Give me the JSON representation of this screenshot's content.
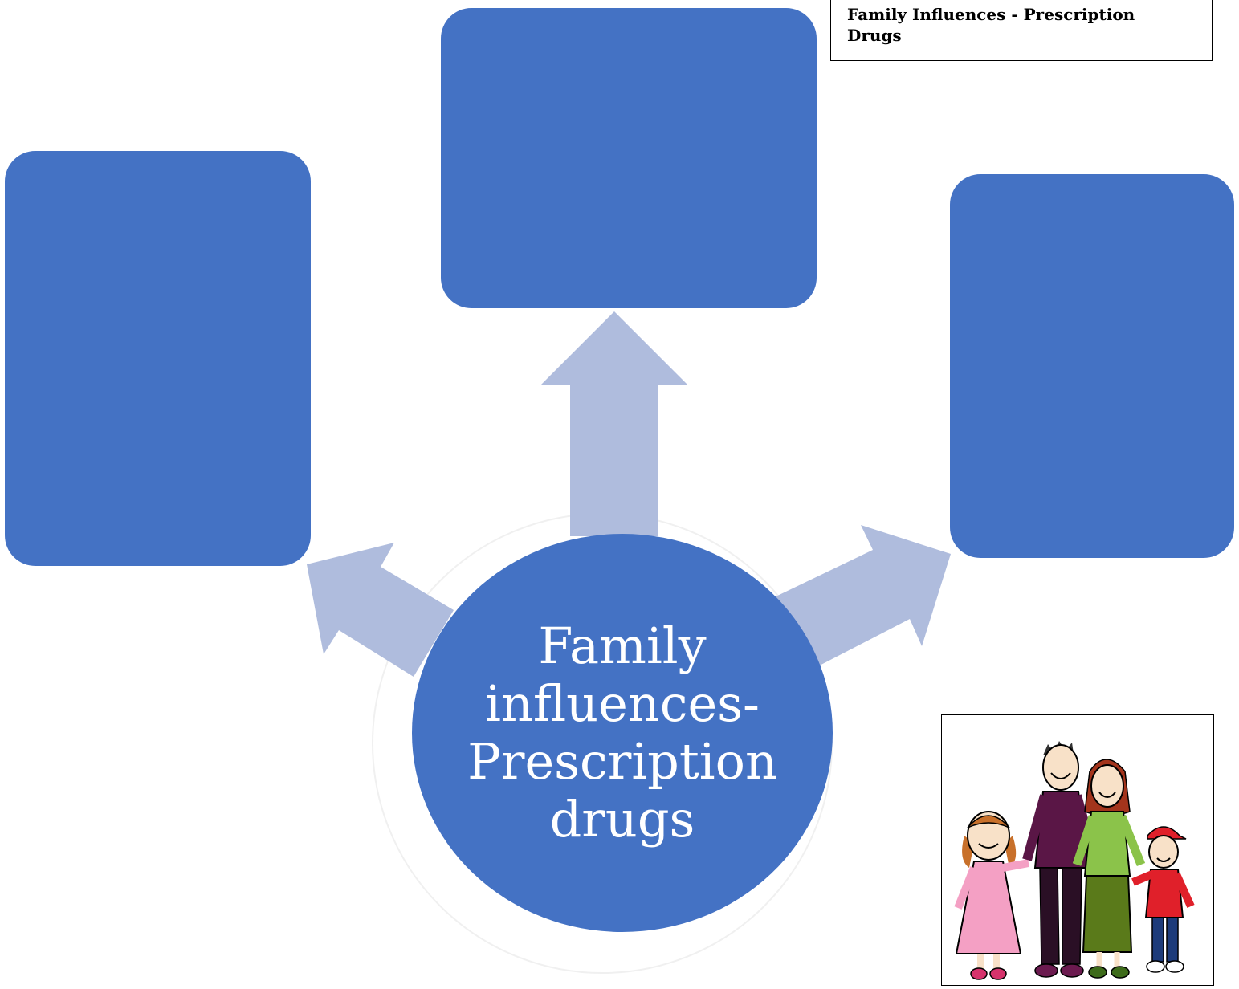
{
  "title_box": {
    "line1": "Family Influences - Prescription",
    "line2": "Drugs"
  },
  "diagram": {
    "center": {
      "lines": [
        "Family",
        "influences-",
        "Prescription",
        "drugs"
      ]
    },
    "outer_nodes": [
      {
        "id": "left",
        "text": ""
      },
      {
        "id": "top",
        "text": ""
      },
      {
        "id": "right",
        "text": ""
      }
    ],
    "colors": {
      "node_fill": "#4472c4",
      "arrow_fill": "#afbcdd",
      "text": "#ffffff"
    }
  },
  "illustration": {
    "icon": "family-holding-hands-clipart"
  }
}
